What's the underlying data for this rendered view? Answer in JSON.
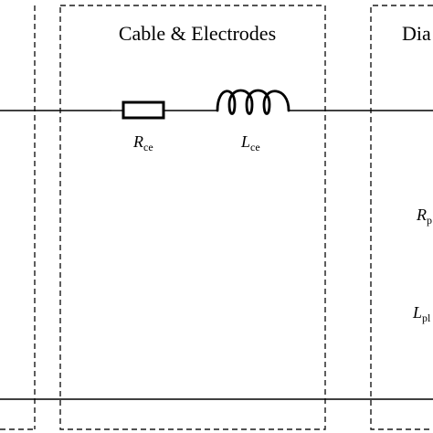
{
  "blocks": {
    "center": {
      "title": "Cable & Electrodes"
    },
    "right": {
      "title": "Dia"
    }
  },
  "components": {
    "resistor_ce": {
      "symbol": "R",
      "subscript": "ce"
    },
    "inductor_ce": {
      "symbol": "L",
      "subscript": "ce"
    },
    "resistor_right": {
      "symbol": "R",
      "subscript": "p"
    },
    "inductor_right": {
      "symbol": "L",
      "subscript": "pl"
    }
  }
}
